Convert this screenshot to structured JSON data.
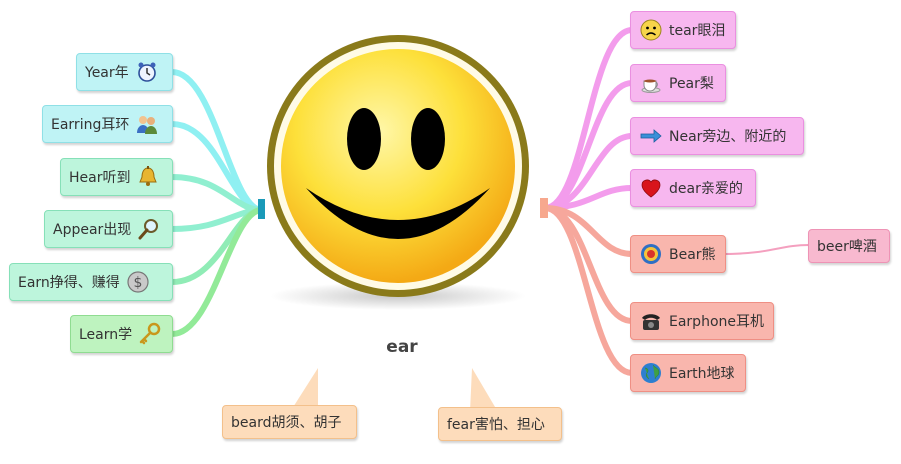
{
  "center": {
    "label": "ear"
  },
  "left_nodes": [
    {
      "label": "Year年",
      "icon": "alarm-clock-icon",
      "color": "#bff3f5"
    },
    {
      "label": "Earring耳环",
      "icon": "people-icon",
      "color": "#bff3f5"
    },
    {
      "label": "Hear听到",
      "icon": "bell-icon",
      "color": "#bdf5dc"
    },
    {
      "label": "Appear出现",
      "icon": "magnifier-icon",
      "color": "#bdf5dc"
    },
    {
      "label": "Earn挣得、赚得",
      "icon": "dollar-coin-icon",
      "color": "#bdf5dc"
    },
    {
      "label": "Learn学",
      "icon": "key-icon",
      "color": "#bef3bf"
    }
  ],
  "right_nodes": [
    {
      "label": "tear眼泪",
      "icon": "sad-face-icon",
      "color": "#f7b7ef"
    },
    {
      "label": "Pear梨",
      "icon": "teacup-icon",
      "color": "#f7b7ef"
    },
    {
      "label": "Near旁边、附近的",
      "icon": "arrow-right-icon",
      "color": "#f7b7ef"
    },
    {
      "label": "dear亲爱的",
      "icon": "heart-icon",
      "color": "#f7b7ef"
    },
    {
      "label": "Bear熊",
      "icon": "target-icon",
      "color": "#f9b6ad"
    },
    {
      "label": "Earphone耳机",
      "icon": "telephone-icon",
      "color": "#f9b6ad"
    },
    {
      "label": "Earth地球",
      "icon": "globe-icon",
      "color": "#f9b6ad"
    }
  ],
  "sub_nodes": [
    {
      "label": "beer啤酒",
      "parent": "Bear熊",
      "color": "#f8b9cf"
    }
  ],
  "bottom_nodes": [
    {
      "label": "beard胡须、胡子",
      "color": "#fddcbb"
    },
    {
      "label": "fear害怕、担心",
      "color": "#fddcbb"
    }
  ]
}
